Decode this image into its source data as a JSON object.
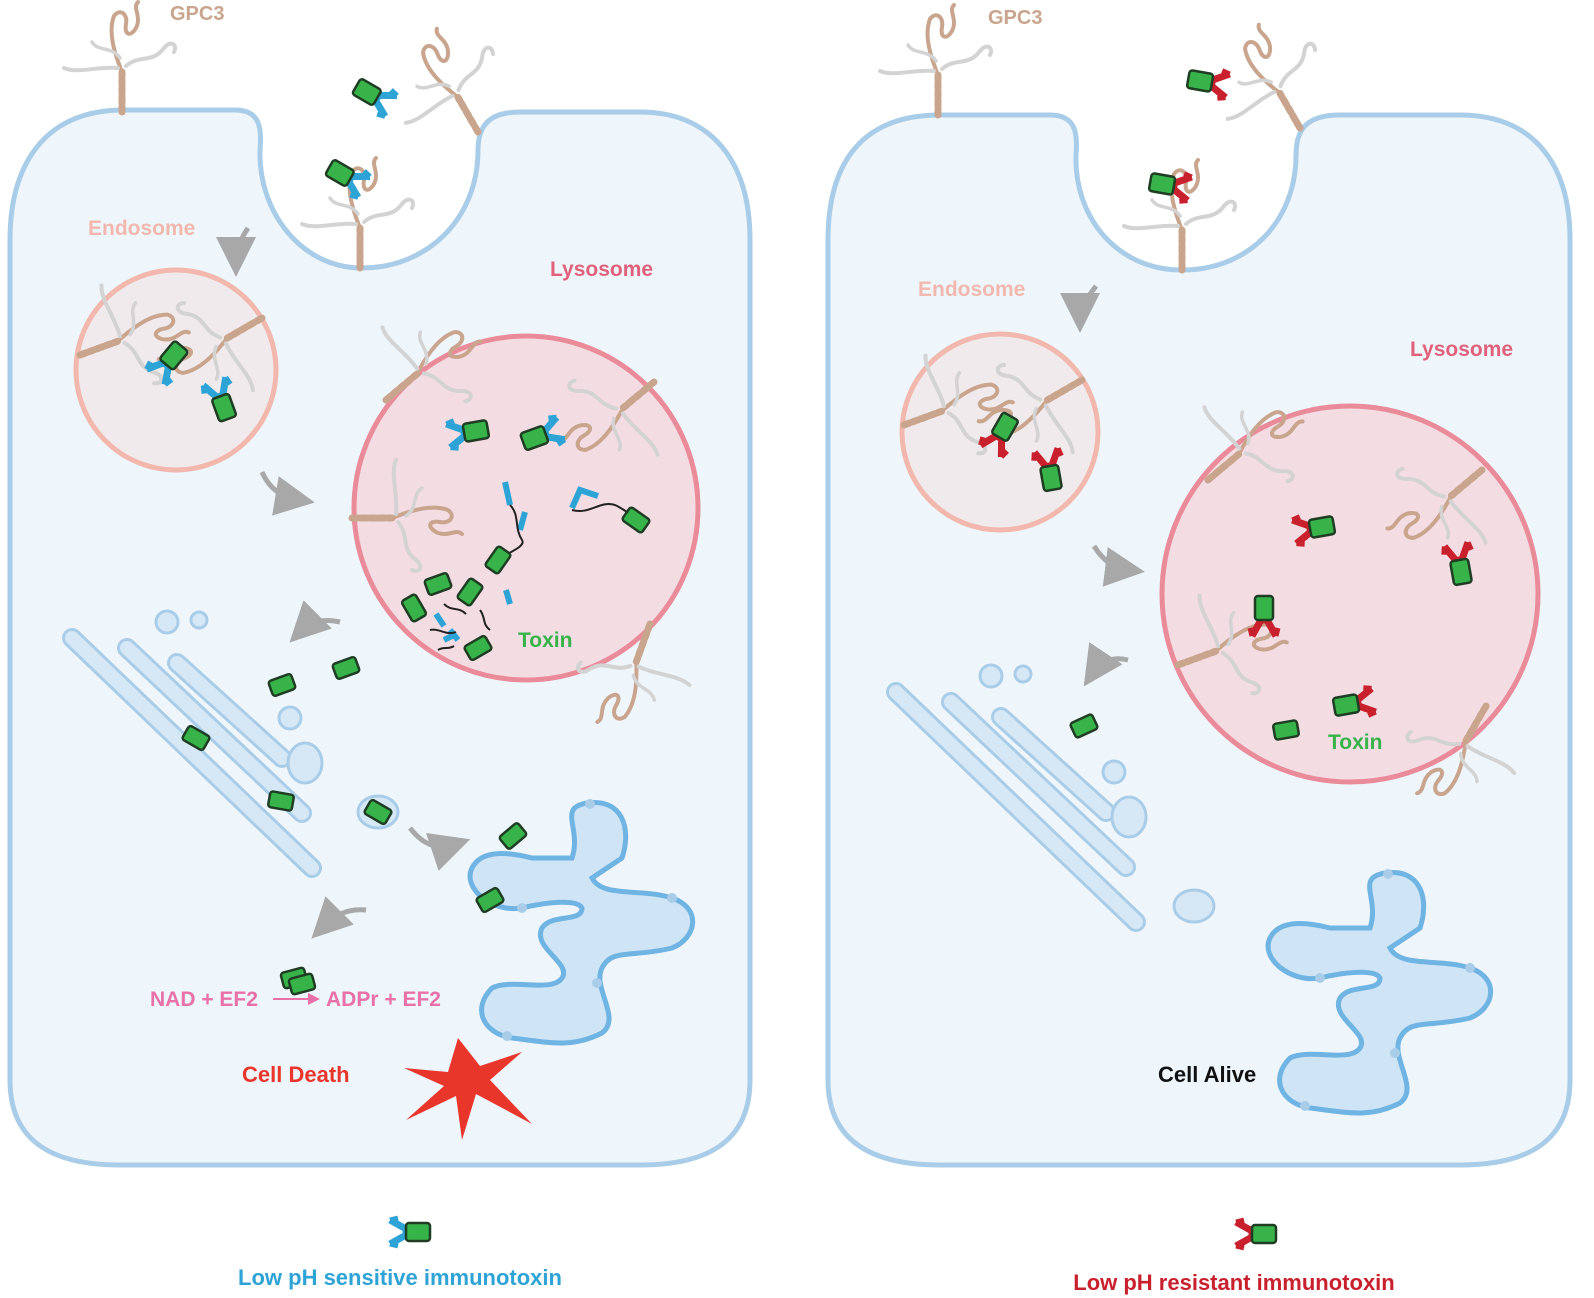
{
  "panels": [
    {
      "gpc3_label": "GPC3",
      "endosome_label": "Endosome",
      "lysosome_label": "Lysosome",
      "toxin_label": "Toxin",
      "reaction": {
        "left": "NAD + EF2",
        "right": "ADPr + EF2"
      },
      "outcome": "Cell Death",
      "legend": "Low pH sensitive immunotoxin"
    },
    {
      "gpc3_label": "GPC3",
      "endosome_label": "Endosome",
      "lysosome_label": "Lysosome",
      "toxin_label": "Toxin",
      "outcome": "Cell Alive",
      "legend": "Low pH resistant immunotoxin"
    }
  ],
  "colors": {
    "membrane": "#a9cde9",
    "cell_fill": "#eef6fc",
    "organelle": "#cfe4f5",
    "endosome": "#f2b8ad",
    "lysosome": "#ea8b99",
    "gpc3": "#c9a58e",
    "toxin": "#37b34a",
    "sensitive": "#2ea3d6",
    "resistant": "#c8202d",
    "death": "#e8372a",
    "reaction": "#e771a8",
    "arrow": "#a8a8a8"
  }
}
